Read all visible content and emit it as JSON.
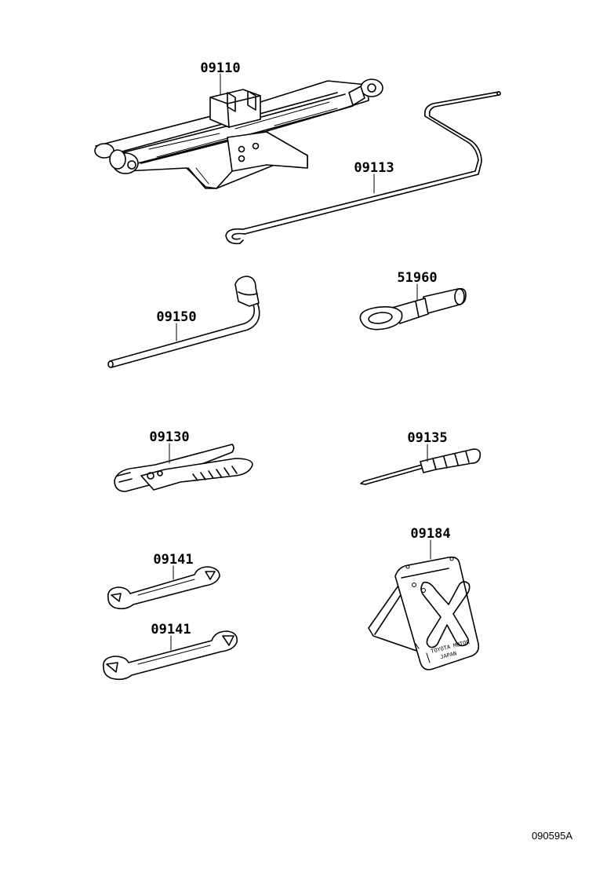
{
  "diagram": {
    "figure_code": "090595A",
    "parts": [
      {
        "id": "jack",
        "number": "09110"
      },
      {
        "id": "jack_handle",
        "number": "09113"
      },
      {
        "id": "wheel_nut_wrench",
        "number": "09150"
      },
      {
        "id": "towing_eye",
        "number": "51960"
      },
      {
        "id": "pliers",
        "number": "09130"
      },
      {
        "id": "screwdriver",
        "number": "09135"
      },
      {
        "id": "wrench_upper",
        "number": "09141"
      },
      {
        "id": "wrench_lower",
        "number": "09141"
      },
      {
        "id": "wheel_chock",
        "number": "09184"
      }
    ],
    "chock_stamp": {
      "line1": "TOYOTA MOTOR",
      "line2": "JAPAN"
    }
  }
}
